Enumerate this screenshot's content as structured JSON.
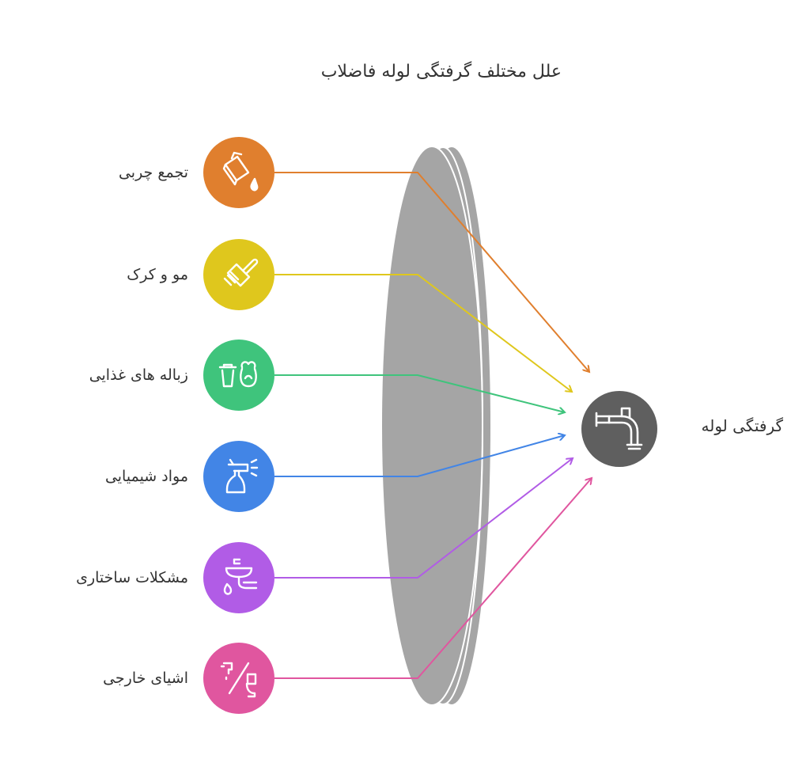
{
  "diagram": {
    "title": "علل مختلف گرفتگی لوله فاضلاب",
    "result": {
      "label": "گرفتگی لوله",
      "color": "#5f5f5f",
      "icon": "pipe-icon"
    },
    "lens_color": "#a5a5a5",
    "causes": [
      {
        "label": "تجمع چربی",
        "color": "#e07f2e",
        "icon": "paint-bucket-drop-icon"
      },
      {
        "label": "مو و کرک",
        "color": "#dfc71d",
        "icon": "brush-icon"
      },
      {
        "label": "زباله های غذایی",
        "color": "#3fc47c",
        "icon": "trash-bag-icon"
      },
      {
        "label": "مواد شیمیایی",
        "color": "#4285e6",
        "icon": "spray-bottle-icon"
      },
      {
        "label": "مشکلات ساختاری",
        "color": "#b15ce6",
        "icon": "sink-leak-icon"
      },
      {
        "label": "اشیای خارجی",
        "color": "#e0569f",
        "icon": "no-toilet-icon"
      }
    ]
  }
}
